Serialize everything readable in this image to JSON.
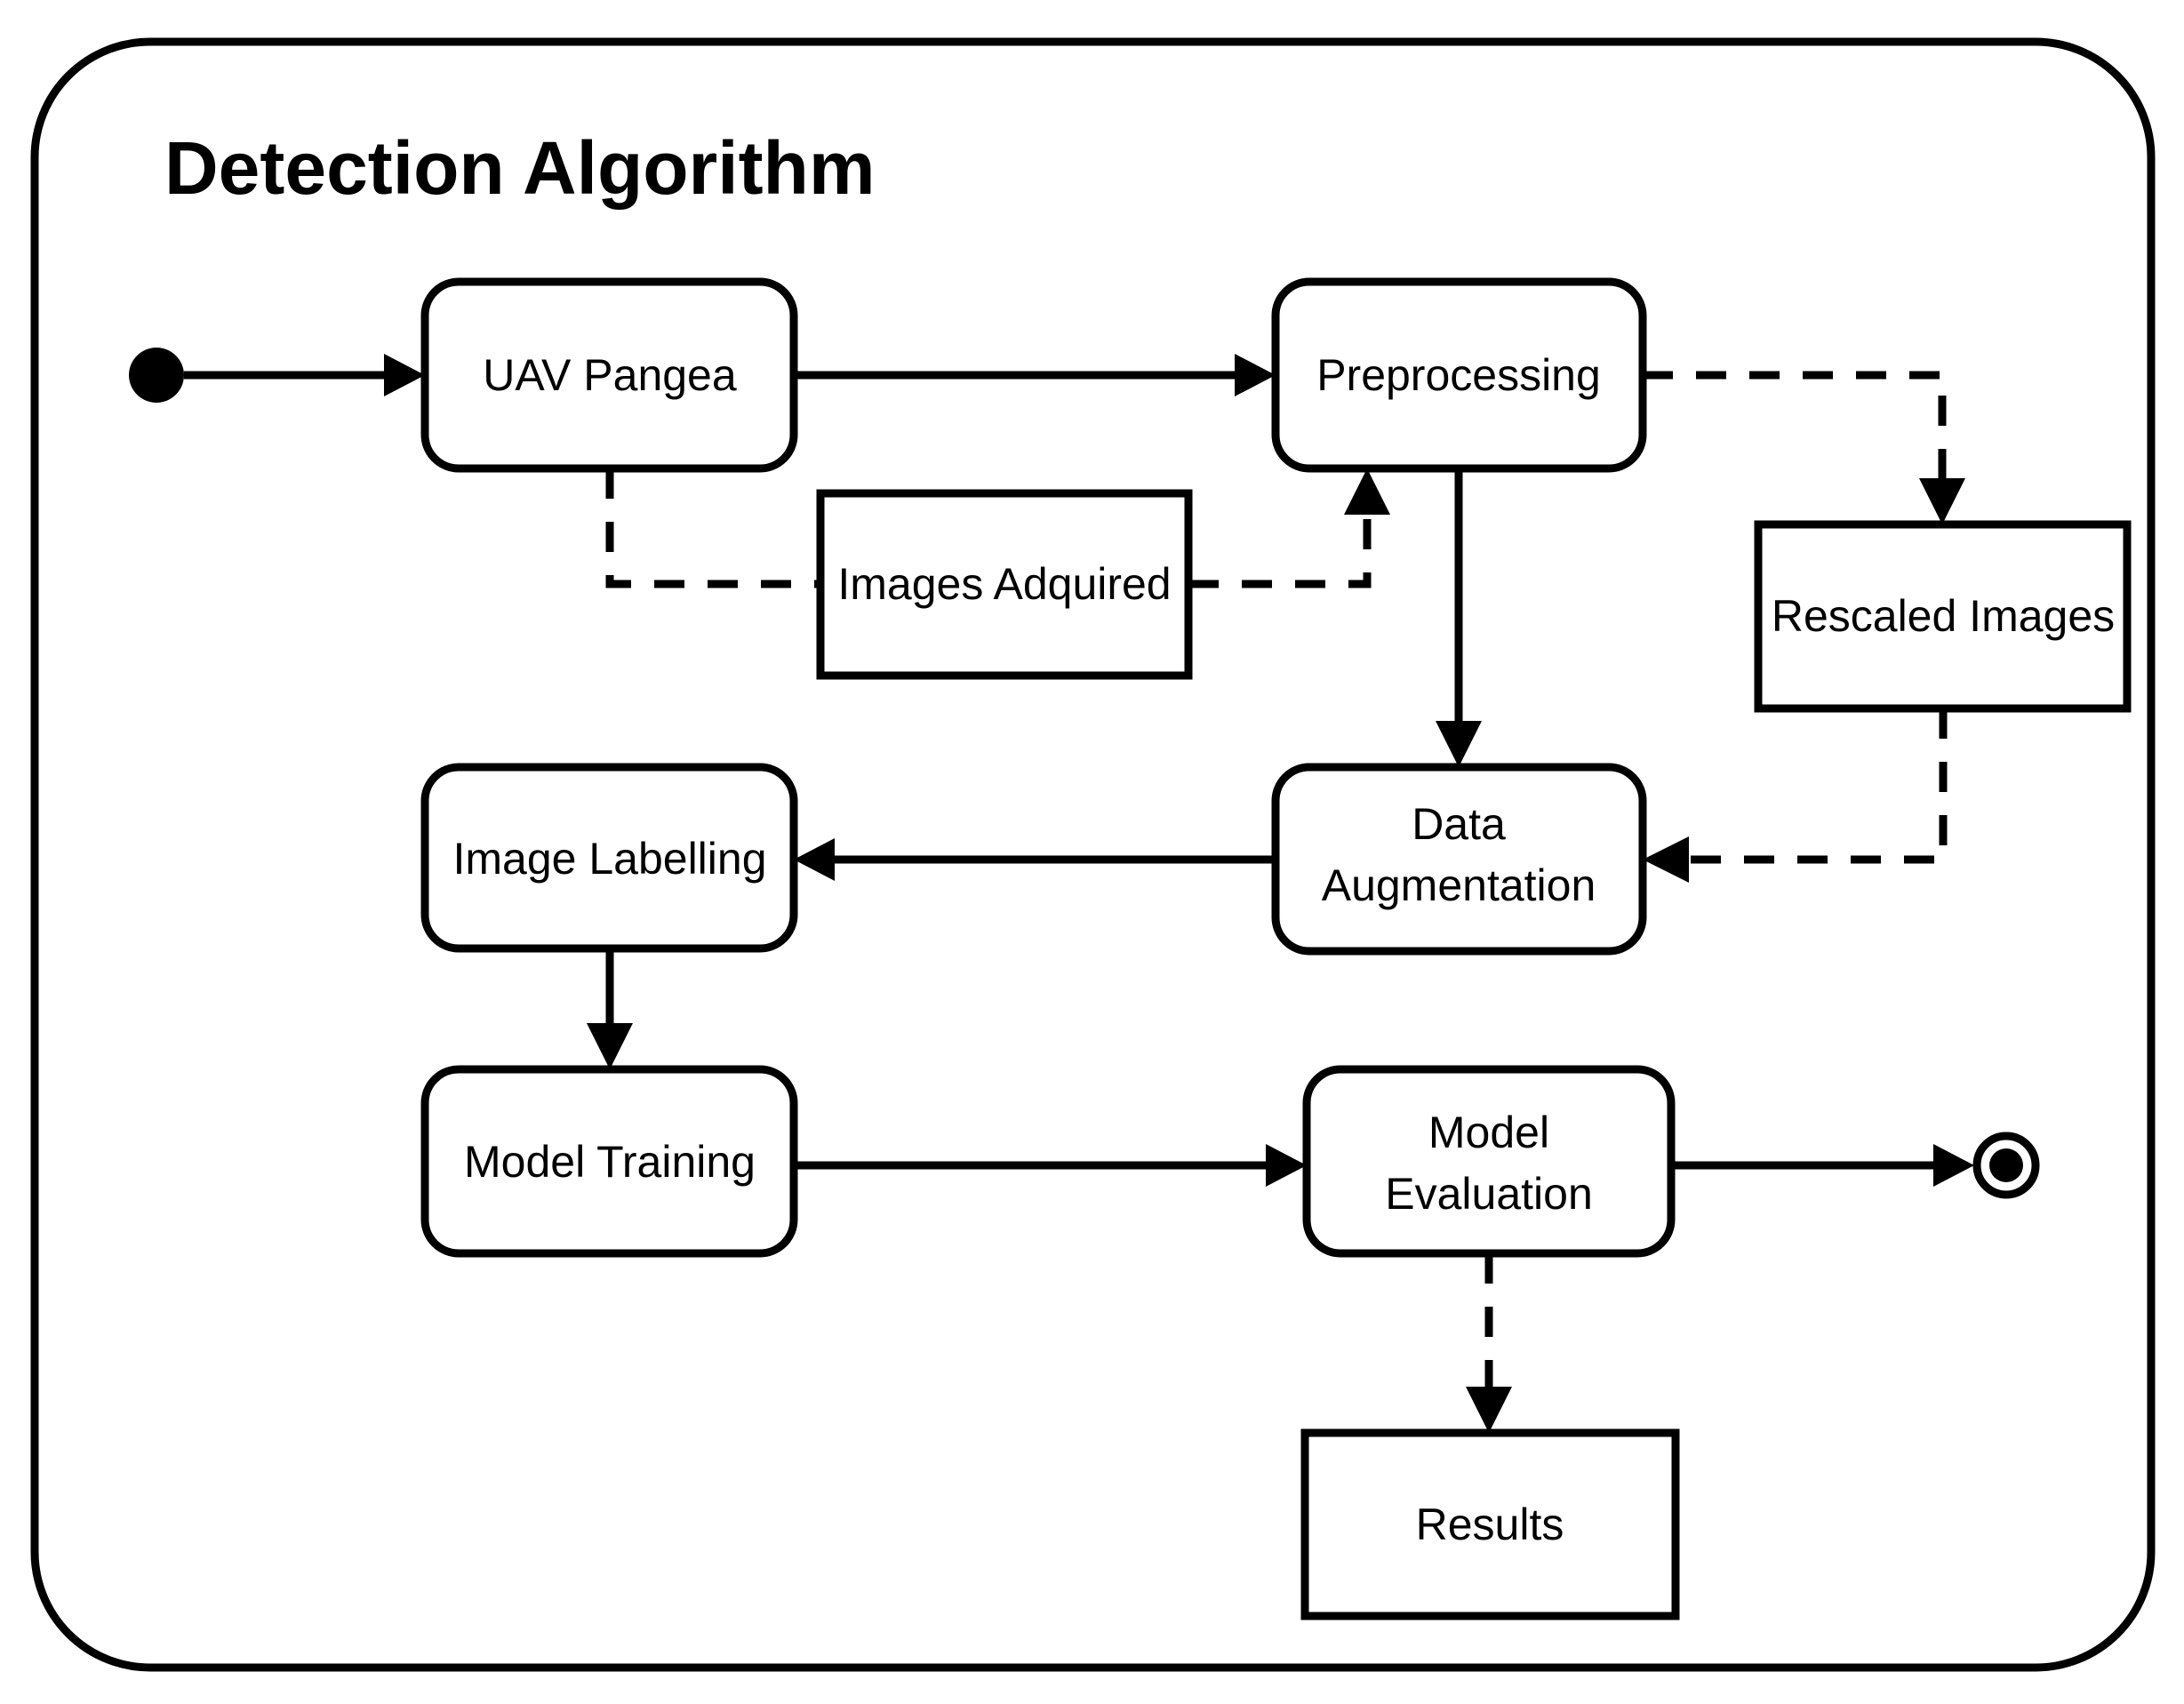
{
  "frame": {
    "title": "Detection Algorithm",
    "shape": "rounded-rectangle"
  },
  "colors": {
    "stroke": "#000000",
    "fill": "#ffffff",
    "background": "#ffffff"
  },
  "markers": {
    "start": "initial-node",
    "end": "final-node"
  },
  "nodes": [
    {
      "id": "uav-pangea",
      "label": "UAV Pangea",
      "kind": "activity"
    },
    {
      "id": "preprocessing",
      "label": "Preprocessing",
      "kind": "activity"
    },
    {
      "id": "images-adquired",
      "label": "Images Adquired",
      "kind": "object"
    },
    {
      "id": "rescaled-images",
      "label": "Rescaled Images",
      "kind": "object"
    },
    {
      "id": "data-augmentation",
      "label_line1": "Data",
      "label_line2": "Augmentation",
      "kind": "activity"
    },
    {
      "id": "image-labelling",
      "label": "Image Labelling",
      "kind": "activity"
    },
    {
      "id": "model-training",
      "label": "Model Training",
      "kind": "activity"
    },
    {
      "id": "model-evaluation",
      "label_line1": "Model",
      "label_line2": "Evaluation",
      "kind": "activity"
    },
    {
      "id": "results",
      "label": "Results",
      "kind": "object"
    }
  ],
  "edges": [
    {
      "from": "start-node",
      "to": "uav-pangea",
      "style": "solid"
    },
    {
      "from": "uav-pangea",
      "to": "preprocessing",
      "style": "solid"
    },
    {
      "from": "uav-pangea",
      "to": "images-adquired",
      "style": "dashed"
    },
    {
      "from": "images-adquired",
      "to": "preprocessing",
      "style": "dashed"
    },
    {
      "from": "preprocessing",
      "to": "rescaled-images",
      "style": "dashed"
    },
    {
      "from": "preprocessing",
      "to": "data-augmentation",
      "style": "solid"
    },
    {
      "from": "rescaled-images",
      "to": "data-augmentation",
      "style": "dashed"
    },
    {
      "from": "data-augmentation",
      "to": "image-labelling",
      "style": "solid"
    },
    {
      "from": "image-labelling",
      "to": "model-training",
      "style": "solid"
    },
    {
      "from": "model-training",
      "to": "model-evaluation",
      "style": "solid"
    },
    {
      "from": "model-evaluation",
      "to": "end-node",
      "style": "solid"
    },
    {
      "from": "model-evaluation",
      "to": "results",
      "style": "dashed"
    }
  ]
}
